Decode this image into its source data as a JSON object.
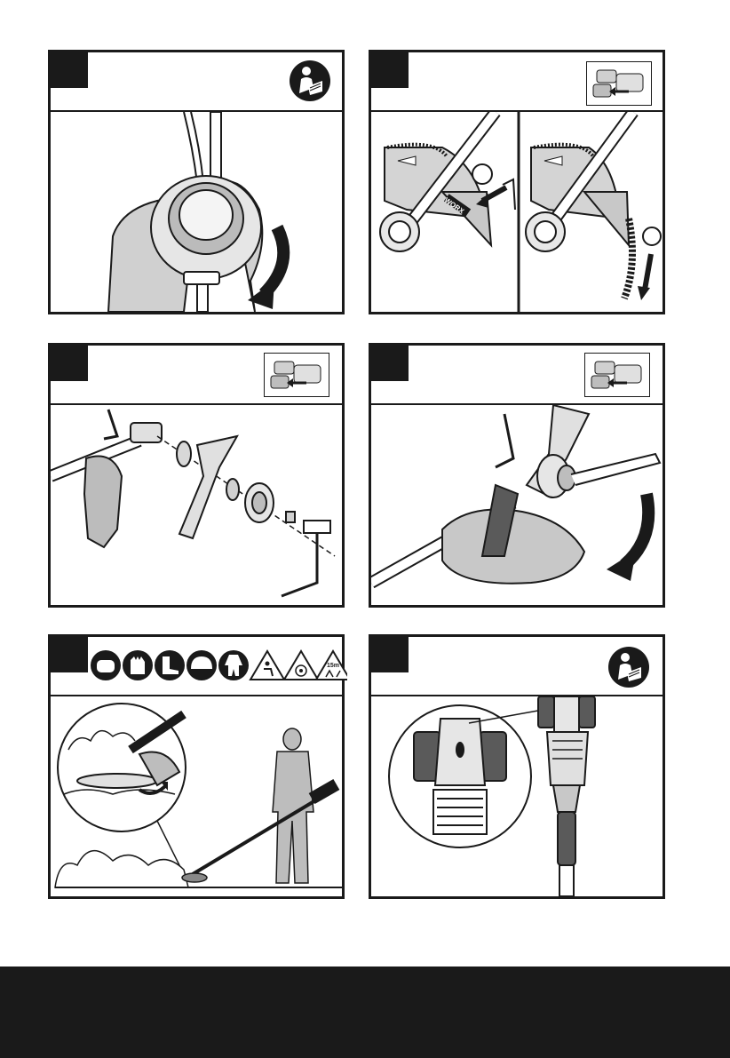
{
  "page": {
    "footer_color": "#1a1a1a",
    "border_color": "#1a1a1a"
  },
  "panels": [
    {
      "id": "1",
      "label": "",
      "header_icon": "read-manual-icon"
    },
    {
      "id": "2",
      "label": "",
      "header_icon": "remove-battery-icon",
      "brand_mark": "WORX"
    },
    {
      "id": "3",
      "label": "",
      "header_icon": "remove-battery-icon"
    },
    {
      "id": "4",
      "label": "",
      "header_icon": "remove-battery-icon"
    },
    {
      "id": "5",
      "label": "",
      "header_icons": [
        "face-mask-icon",
        "gloves-icon",
        "boots-icon",
        "helmet-icon",
        "overalls-icon",
        "slip-warning-icon",
        "thrown-objects-warning-icon",
        "distance-warning-icon"
      ],
      "distance_text": "15m"
    },
    {
      "id": "6",
      "label": "",
      "header_icon": "read-manual-icon"
    }
  ]
}
